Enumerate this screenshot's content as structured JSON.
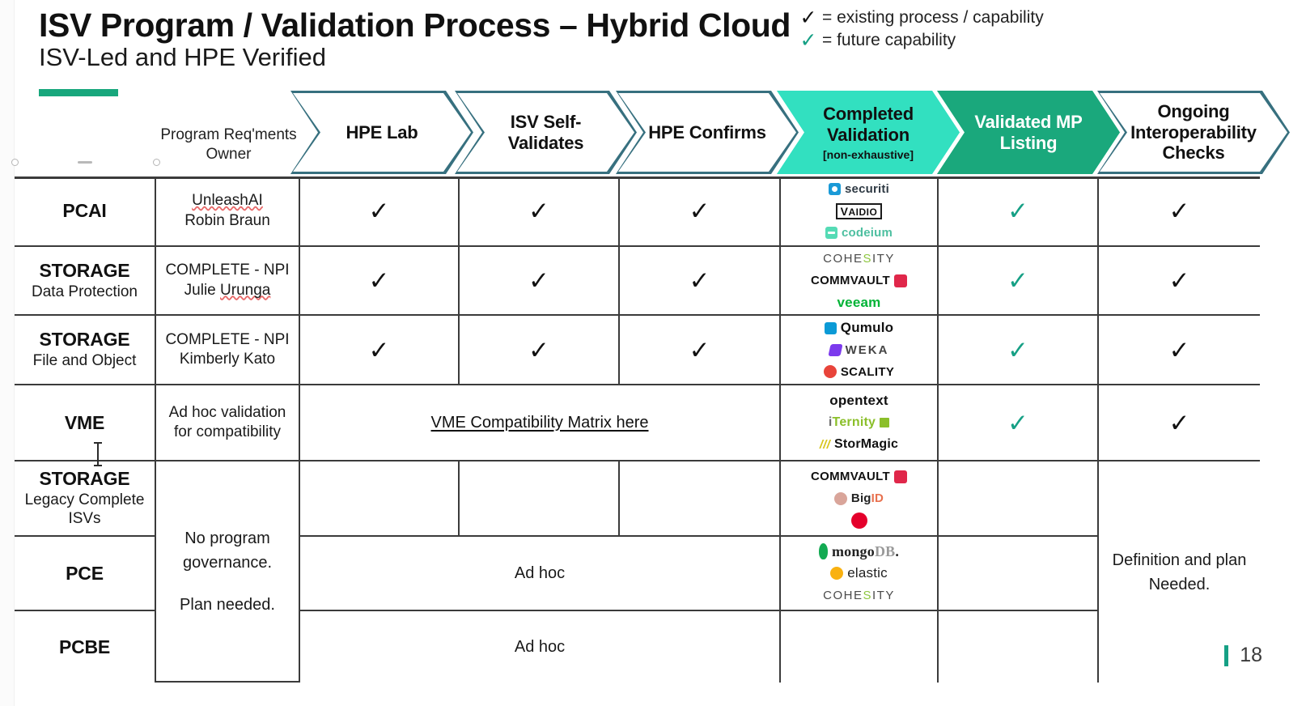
{
  "slide": {
    "title": "ISV Program / Validation Process – Hybrid Cloud",
    "subtitle": "ISV-Led and HPE Verified",
    "page_number": "18",
    "accent_color": "#18a77c"
  },
  "legend": {
    "items": [
      {
        "mark": "✓",
        "style": "dark",
        "text": "= existing process / capability"
      },
      {
        "mark": "✓",
        "style": "green",
        "text": "= future capability"
      }
    ]
  },
  "header": {
    "owner_column": "Program Req'ments Owner",
    "stages": [
      {
        "label": "HPE Lab",
        "sub": "",
        "fill": "outline"
      },
      {
        "label": "ISV Self-Validates",
        "sub": "",
        "fill": "outline"
      },
      {
        "label": "HPE Confirms",
        "sub": "",
        "fill": "outline"
      },
      {
        "label": "Completed Validation",
        "sub": "[non-exhaustive]",
        "fill": "mint"
      },
      {
        "label": "Validated MP Listing",
        "sub": "",
        "fill": "teal"
      },
      {
        "label": "Ongoing Interoperability Checks",
        "sub": "",
        "fill": "outline"
      }
    ]
  },
  "rows": [
    {
      "segment_title": "PCAI",
      "segment_sub": "",
      "owner_line1": "UnleashAI",
      "owner_line2": "Robin Braun",
      "hpe_lab": "✓",
      "isv_self": "✓",
      "hpe_confirms": "✓",
      "validated_mp": "✓",
      "ongoing": "✓",
      "logos": [
        "securiti",
        "VAIDIO",
        "codeium"
      ]
    },
    {
      "segment_title": "STORAGE",
      "segment_sub": "Data Protection",
      "owner_line1": "COMPLETE - NPI",
      "owner_line2": "Julie Urunga",
      "hpe_lab": "✓",
      "isv_self": "✓",
      "hpe_confirms": "✓",
      "validated_mp": "✓",
      "ongoing": "✓",
      "logos": [
        "COHESITY",
        "COMMVAULT",
        "veeam"
      ]
    },
    {
      "segment_title": "STORAGE",
      "segment_sub": "File and Object",
      "owner_line1": "COMPLETE - NPI",
      "owner_line2": "Kimberly Kato",
      "hpe_lab": "✓",
      "isv_self": "✓",
      "hpe_confirms": "✓",
      "validated_mp": "✓",
      "ongoing": "✓",
      "logos": [
        "Qumulo",
        "WEKA",
        "SCALITY"
      ]
    },
    {
      "segment_title": "VME",
      "segment_sub": "",
      "owner_line1": "Ad hoc validation",
      "owner_line2": "for compatibility",
      "merged_link": "VME Compatibility Matrix here",
      "validated_mp": "✓",
      "ongoing": "✓",
      "logos": [
        "opentext",
        "iTernity",
        "StorMagic"
      ]
    },
    {
      "segment_title": "STORAGE",
      "segment_sub": "Legacy Complete ISVs",
      "hpe_lab": "",
      "isv_self": "",
      "hpe_confirms": "",
      "validated_mp": "",
      "logos": [
        "COMMVAULT",
        "BigID",
        "f5"
      ]
    },
    {
      "segment_title": "PCE",
      "segment_sub": "",
      "merged_text": "Ad hoc",
      "validated_mp": "",
      "logos": [
        "mongoDB",
        "elastic",
        "COHESITY"
      ]
    },
    {
      "segment_title": "PCBE",
      "segment_sub": "",
      "merged_text": "Ad hoc",
      "validated_mp": "",
      "logos": []
    }
  ],
  "spans": {
    "owner_note_line1": "No program",
    "owner_note_line2": "governance.",
    "owner_note_line3": "Plan needed.",
    "ongoing_note_line1": "Definition and plan",
    "ongoing_note_line2": "Needed."
  }
}
